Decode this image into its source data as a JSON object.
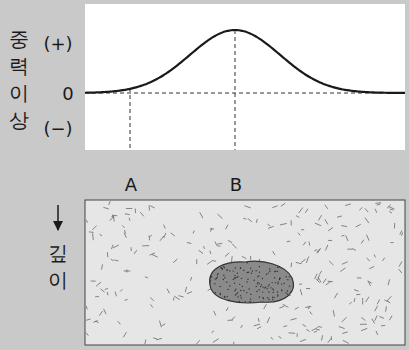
{
  "diagram": {
    "labels": [
      "중력 이상",
      "(+)",
      "0",
      "(−)",
      "A",
      "B",
      "깊이"
    ]
  }
}
